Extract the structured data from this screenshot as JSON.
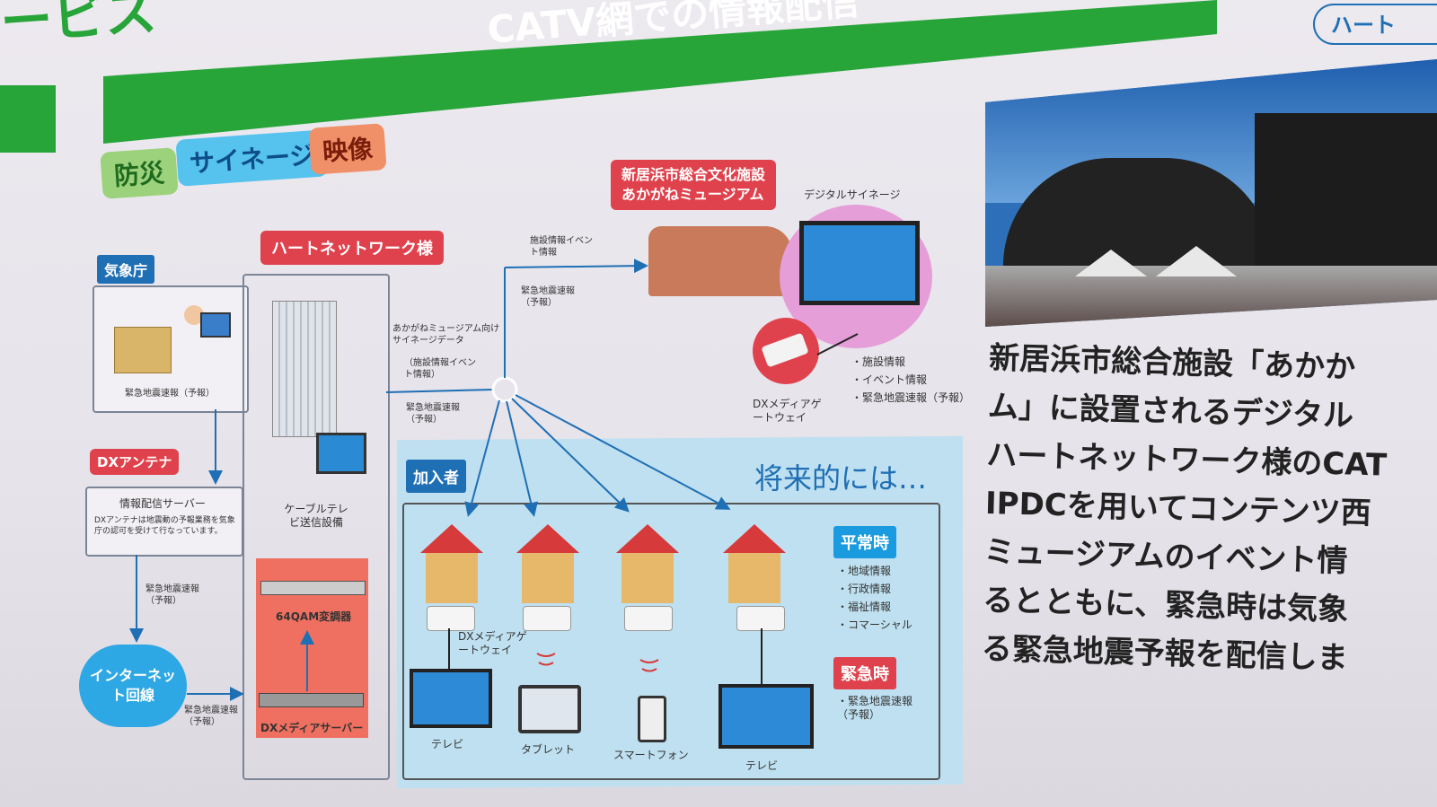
{
  "header": {
    "edge_text": "ービス",
    "title": "CATV網での情報配信",
    "badge": "ハート"
  },
  "tags": {
    "bousai": "防災",
    "signage": "サイネージ",
    "eizou": "映像"
  },
  "kishocho": {
    "label": "気象庁",
    "caption": "緊急地震速報（予報）"
  },
  "dx_antenna": {
    "label": "DXアンテナ",
    "server_title": "情報配信サーバー",
    "server_note": "DXアンテナは地震動の予報業務を気象庁の認可を受けて行なっています。",
    "flow_label": "緊急地震速報（予報）"
  },
  "internet": {
    "label": "インターネット回線",
    "flow_label": "緊急地震速報（予報）"
  },
  "heart_network": {
    "label": "ハートネットワーク様",
    "cable_caption": "ケーブルテレビ送信設備",
    "modulator": "64QAM変調器",
    "media_server": "DXメディアサーバー"
  },
  "flows": {
    "signage_data": "あかがねミュージアム向けサイネージデータ",
    "signage_items": "（施設情報イベント情報）",
    "eq_to_subscribers": "緊急地震速報（予報）",
    "facility_info": "施設情報イベント情報",
    "eq_to_museum": "緊急地震速報（予報）"
  },
  "museum": {
    "label_line1": "新居浜市総合文化施設",
    "label_line2": "あかがねミュージアム",
    "signage_title": "デジタルサイネージ",
    "gateway": "DXメディアゲートウェイ",
    "items": [
      "・施設情報",
      "・イベント情報",
      "・緊急地震速報（予報）"
    ]
  },
  "subscribers": {
    "label": "加入者",
    "future": "将来的には…",
    "gateway": "DXメディアゲートウェイ",
    "devices": [
      "テレビ",
      "タブレット",
      "スマートフォン",
      "テレビ"
    ],
    "normal_label": "平常時",
    "normal_items": [
      "・地域情報",
      "・行政情報",
      "・福祉情報",
      "・コマーシャル"
    ],
    "emergency_label": "緊急時",
    "emergency_items": [
      "・緊急地震速報（予報）"
    ]
  },
  "description": {
    "lines": [
      "新居浜市総合施設「あかか",
      "ム」に設置されるデジタル",
      "ハートネットワーク様のCAT",
      "IPDCを用いてコンテンツ西",
      "ミュージアムのイベント情",
      "るとともに、緊急時は気象",
      "る緊急地震予報を配信しま"
    ]
  },
  "colors": {
    "green": "#27a539",
    "blue": "#1f6fb5",
    "red": "#e0424d",
    "light_blue": "#bfe0f0"
  }
}
